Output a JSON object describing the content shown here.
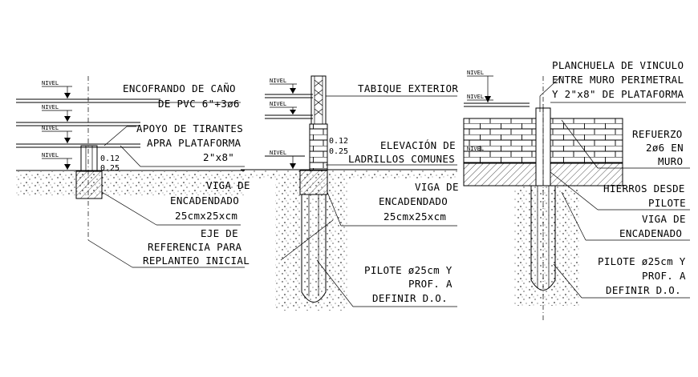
{
  "nivel_label": "NIVEL",
  "detail1": {
    "encofrando_1": "ENCOFRANDO DE CAÑO",
    "encofrando_2": "DE PVC 6\"+3ø6",
    "apoyo_1": "APOYO DE TIRANTES",
    "apoyo_2": "APRA PLATAFORMA",
    "apoyo_3": "2\"x8\"",
    "dim_top": "0.12",
    "dim_bottom": "0.25",
    "viga_1": "VIGA DE",
    "viga_2": "ENCADENDADO",
    "viga_3": "25cmx25xcm",
    "eje_1": "EJE DE",
    "eje_2": "REFERENCIA PARA",
    "eje_3": "REPLANTEO INICIAL"
  },
  "detail2": {
    "tabique": "TABIQUE EXTERIOR",
    "dim_top": "0.12",
    "dim_bottom": "0.25",
    "elev_1": "ELEVACIÓN DE",
    "elev_2": "LADRILLOS COMUNES",
    "viga_1": "VIGA DE",
    "viga_2": "ENCADENDADO",
    "viga_3": "25cmx25xcm",
    "pilote_1": "PILOTE ø25cm Y",
    "pilote_2": "PROF. A",
    "pilote_3": "DEFINIR D.O."
  },
  "detail3": {
    "planchuela_1": "PLANCHUELA DE VINCULO",
    "planchuela_2": "ENTRE MURO PERIMETRAL",
    "planchuela_3": "Y 2\"x8\" DE PLATAFORMA",
    "refuerzo_1": "REFUERZO",
    "refuerzo_2": "2ø6 EN",
    "refuerzo_3": "MURO",
    "hierros_1": "HIERROS DESDE",
    "hierros_2": "PILOTE",
    "viga_1": "VIGA DE",
    "viga_2": "ENCADENADO",
    "pilote_1": "PILOTE ø25cm Y",
    "pilote_2": "PROF. A",
    "pilote_3": "DEFINIR D.O."
  }
}
